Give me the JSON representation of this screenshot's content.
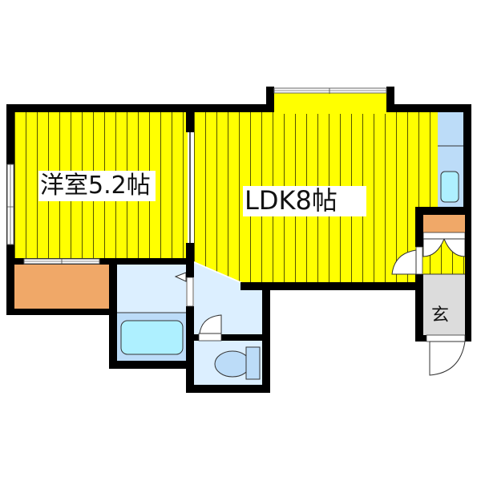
{
  "floor_plan": {
    "rooms": {
      "western_room": {
        "label": "洋室5.2帖",
        "type": "bedroom",
        "size_jo": 5.2
      },
      "ldk": {
        "label": "LDK8帖",
        "type": "living-dining-kitchen",
        "size_jo": 8
      },
      "genkan": {
        "label": "玄",
        "type": "entrance"
      },
      "closet": {
        "type": "closet"
      },
      "washroom": {
        "type": "washroom"
      },
      "bathroom": {
        "type": "bath"
      },
      "toilet": {
        "type": "toilet"
      },
      "kitchen_counter": {
        "type": "kitchen"
      },
      "shoe_storage": {
        "type": "shoe-cabinet"
      },
      "balcony_bay": {
        "type": "window-bay"
      }
    },
    "colors": {
      "wall": "#000000",
      "floor_wood": "#ffff00",
      "floor_stripe": "#555500",
      "closet": "#f0a868",
      "wet_area": "#dcefff",
      "bath_area": "#bcdcf8",
      "bathtub": "#aef0ff",
      "kitchen": "#bcdcf8",
      "genkan": "#dcdcdc",
      "background": "#ffffff"
    }
  }
}
